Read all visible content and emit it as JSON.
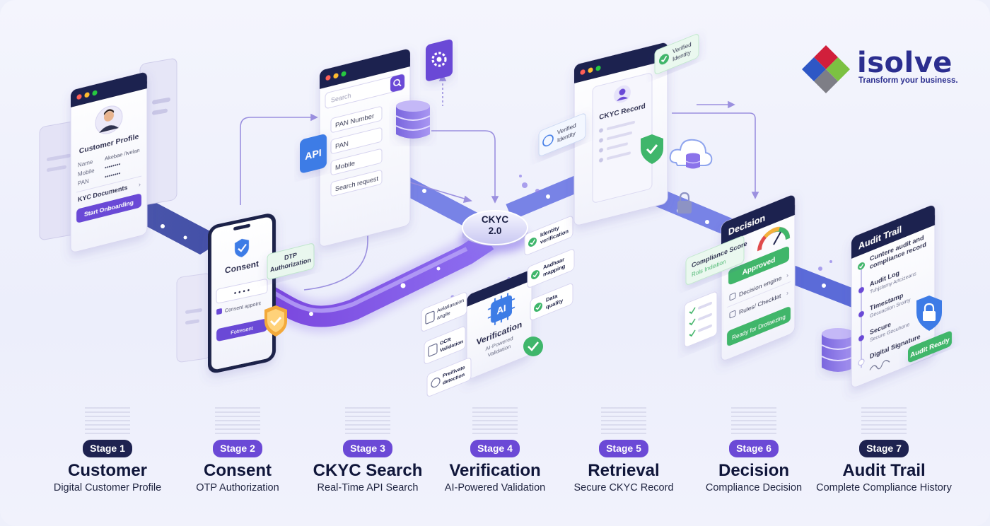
{
  "brand": {
    "name": "isolve",
    "tagline": "Transform your business."
  },
  "colors": {
    "navy": "#1e2250",
    "purple": "#6b49d6",
    "violet_light": "#8f7cf0",
    "green": "#3fb66b",
    "blue": "#3d7be6",
    "logo_red": "#d11f3b",
    "logo_blue": "#2e57c5",
    "logo_green": "#7cc142",
    "logo_grey": "#7e7e86"
  },
  "customer_card": {
    "title": "Customer Profile",
    "name_label": "Name",
    "name_value": "Akebae /Ivelan",
    "mobile_label": "Mobile",
    "mobile_value": "••••••••",
    "pan_label": "PAN",
    "pan_value": "••••••••",
    "documents": "KYC Documents",
    "button": "Start Onboarding"
  },
  "consent_card": {
    "title": "Consent",
    "otp_dots": "• • • •",
    "checkbox_label": "Consent appoint",
    "button": "Fotresent",
    "badge": [
      "DTP",
      "Authorization"
    ]
  },
  "search_card": {
    "search_placeholder": "Search",
    "fields": [
      "PAN Number",
      "PAN",
      "Mobile",
      "Search request"
    ],
    "api_label": "API"
  },
  "hub": {
    "lines": [
      "CKYC",
      "2.0"
    ]
  },
  "verification_card": {
    "title": "Verification",
    "ai_label": "AI",
    "subtitle": [
      "AI-Powered",
      "Validation"
    ],
    "checks": [
      [
        "Identity",
        "verification"
      ],
      [
        "Aadhaar",
        "mapping"
      ],
      [
        "Data",
        "quality"
      ]
    ],
    "tools": [
      [
        "Aelatiasaion",
        "angile"
      ],
      [
        "OCR",
        "Validation"
      ],
      [
        "Preifivate",
        "detection"
      ]
    ]
  },
  "record_card": {
    "title": "CKYC Record",
    "verified_top": [
      "Verified",
      "Identity"
    ],
    "verified_left": [
      "Verified",
      "Identity"
    ]
  },
  "decision_card": {
    "title": "Decision",
    "compliance": [
      "Compliance Score",
      "Rols Indiation"
    ],
    "approved": "Approved",
    "items": [
      "Decision engine",
      "Rules/ Checklat"
    ],
    "ready": "Ready for Drotaezing"
  },
  "audit_card": {
    "title": "Audit Trail",
    "items": [
      [
        "Cuntere audit and",
        "compliance record"
      ],
      [
        "Audit Log",
        "Tuhjslamy Artcizeans"
      ],
      [
        "Timestamp",
        "Gecuaction Sroirty"
      ],
      [
        "Secure",
        "Secure Gocuhone"
      ],
      [
        "Digital Signature",
        ""
      ]
    ],
    "audit_ready": "Audit Ready"
  },
  "stages": [
    {
      "badge": "Stage 1",
      "title": "Customer",
      "subtitle": "Digital Customer Profile",
      "color": "#1e2250"
    },
    {
      "badge": "Stage 2",
      "title": "Consent",
      "subtitle": "OTP Authorization",
      "color": "#6b49d6"
    },
    {
      "badge": "Stage 3",
      "title": "CKYC Search",
      "subtitle": "Real-Time API Search",
      "color": "#6b49d6"
    },
    {
      "badge": "Stage 4",
      "title": "Verification",
      "subtitle": "AI-Powered Validation",
      "color": "#6b49d6"
    },
    {
      "badge": "Stage 5",
      "title": "Retrieval",
      "subtitle": "Secure CKYC Record",
      "color": "#6b49d6"
    },
    {
      "badge": "Stage 6",
      "title": "Decision",
      "subtitle": "Compliance Decision",
      "color": "#6b49d6"
    },
    {
      "badge": "Stage 7",
      "title": "Audit Trail",
      "subtitle": "Complete Compliance History",
      "color": "#1e2250"
    }
  ]
}
